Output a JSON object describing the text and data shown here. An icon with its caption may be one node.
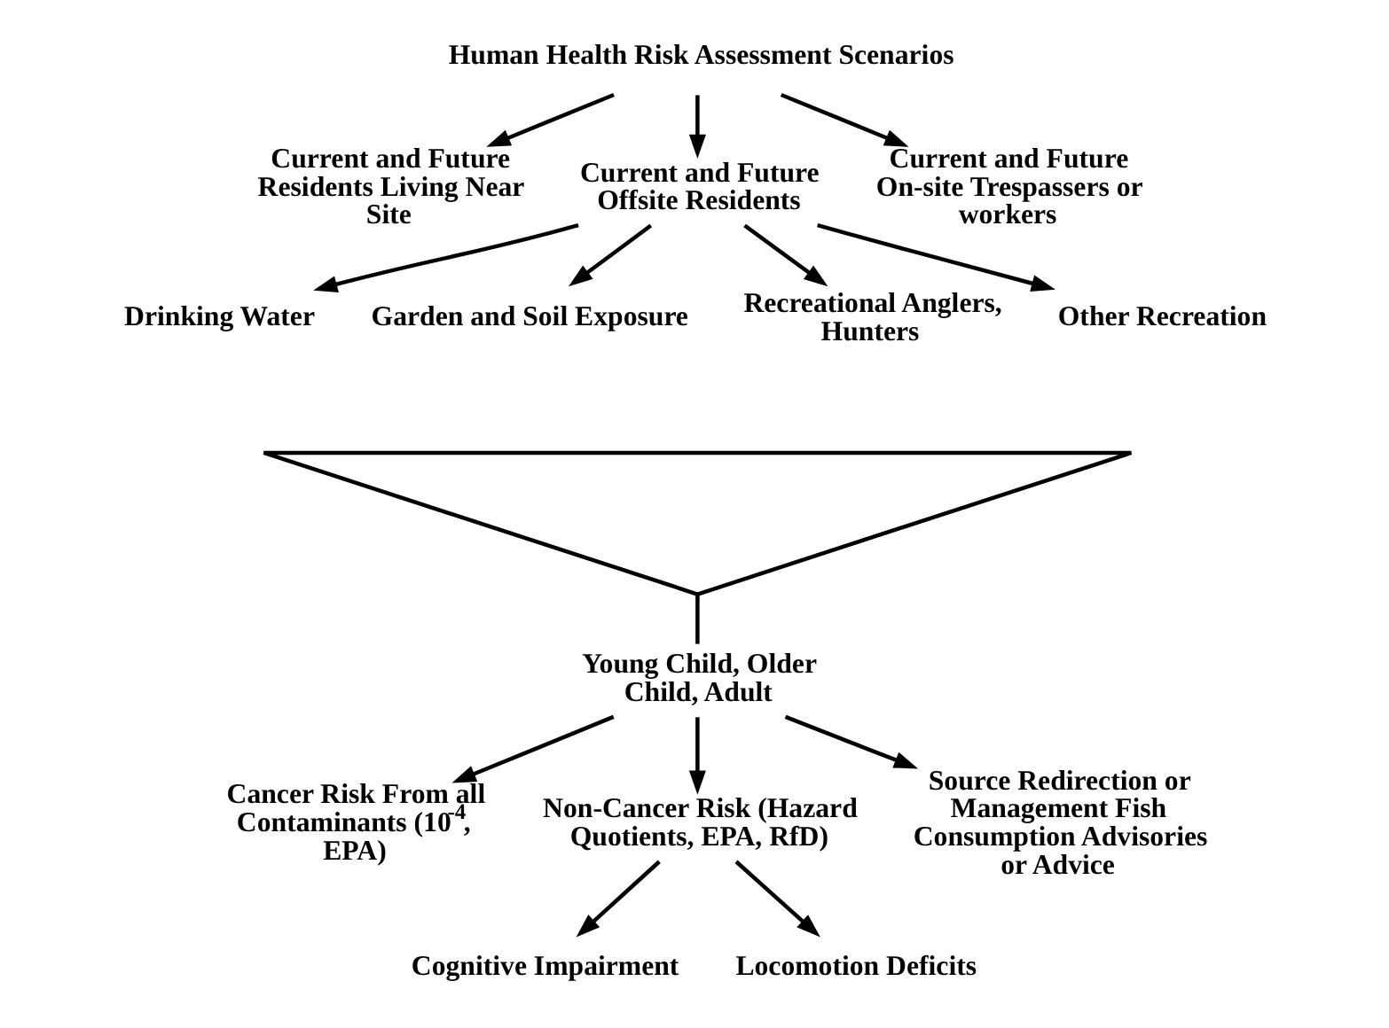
{
  "diagram": {
    "nodes": [
      {
        "text": [
          "Human Health Risk Assessment Scenarios"
        ]
      },
      {
        "text": [
          "Current and Future Residents Living Near Site"
        ]
      },
      {
        "text": [
          "Current and Future Offsite Residents"
        ]
      },
      {
        "text": [
          "Current and Future On-site Trespassers or workers"
        ]
      },
      {
        "text": [
          "Drinking Water"
        ]
      },
      {
        "text": [
          "Garden and Soil Exposure"
        ]
      },
      {
        "text": [
          "Recreational Anglers, Hunters"
        ]
      },
      {
        "text": [
          "Other Recreation"
        ]
      },
      {
        "text": [],
        "shape": "funnel"
      },
      {
        "text": [
          "Young Child, Older Child, Adult"
        ]
      },
      {
        "text": [
          "Cancer Risk From all Contaminants (10$^{-4}$, EPA)"
        ]
      },
      {
        "text": [
          "Non-Cancer Risk (Hazard Quotients, EPA, RfD)"
        ]
      },
      {
        "text": [
          "Source Redirection or Management Fish Consumption Advisories or Advice"
        ]
      },
      {
        "text": [
          "Cognitive Impairment"
        ]
      },
      {
        "text": [
          "Locomotion Deficits"
        ]
      }
    ],
    "edges": [
      {
        "from": 0,
        "to": 1,
        "arrow": "to"
      },
      {
        "from": 0,
        "to": 2,
        "arrow": "to"
      },
      {
        "from": 0,
        "to": 3,
        "arrow": "to"
      },
      {
        "from": 2,
        "to": 4,
        "arrow": "to"
      },
      {
        "from": 2,
        "to": 5,
        "arrow": "to"
      },
      {
        "from": 2,
        "to": 6,
        "arrow": "to"
      },
      {
        "from": 2,
        "to": 7,
        "arrow": "to"
      },
      {
        "from": 8,
        "to": 9,
        "arrow": "none"
      },
      {
        "from": 9,
        "to": 10,
        "arrow": "to"
      },
      {
        "from": 9,
        "to": 11,
        "arrow": "to"
      },
      {
        "from": 9,
        "to": 12,
        "arrow": "to"
      },
      {
        "from": 11,
        "to": 13,
        "arrow": "to"
      },
      {
        "from": 11,
        "to": 14,
        "arrow": "to"
      }
    ]
  }
}
